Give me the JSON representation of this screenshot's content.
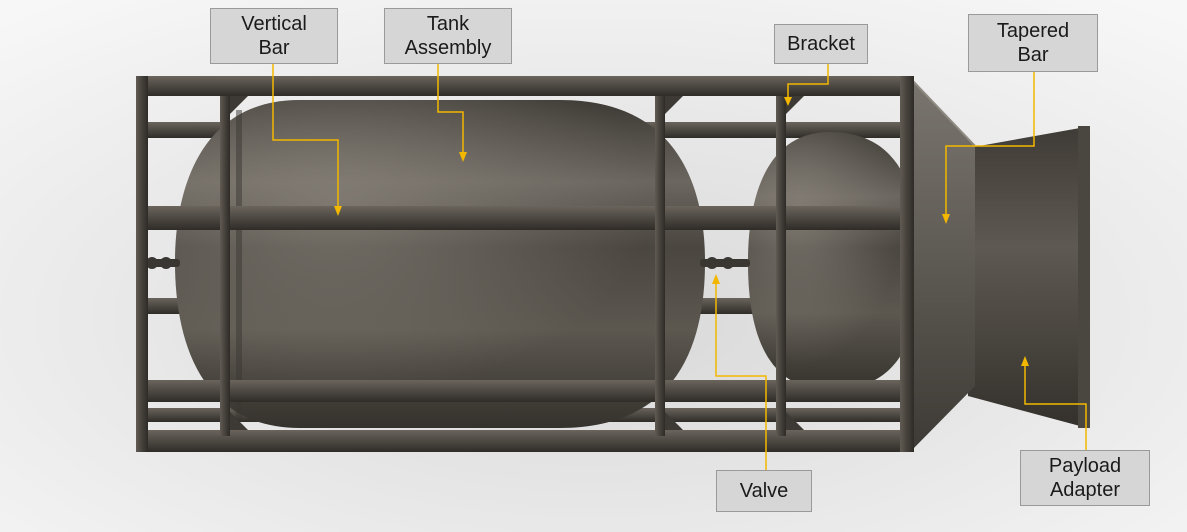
{
  "labels": {
    "vertical_bar": "Vertical\nBar",
    "tank_assembly": "Tank\nAssembly",
    "bracket": "Bracket",
    "tapered_bar": "Tapered\nBar",
    "valve": "Valve",
    "payload_adapter": "Payload\nAdapter"
  },
  "colors": {
    "callout_line": "#f2b700",
    "frame": "#4d4943",
    "tank": "#5a5650",
    "label_bg": "#d6d6d6"
  }
}
